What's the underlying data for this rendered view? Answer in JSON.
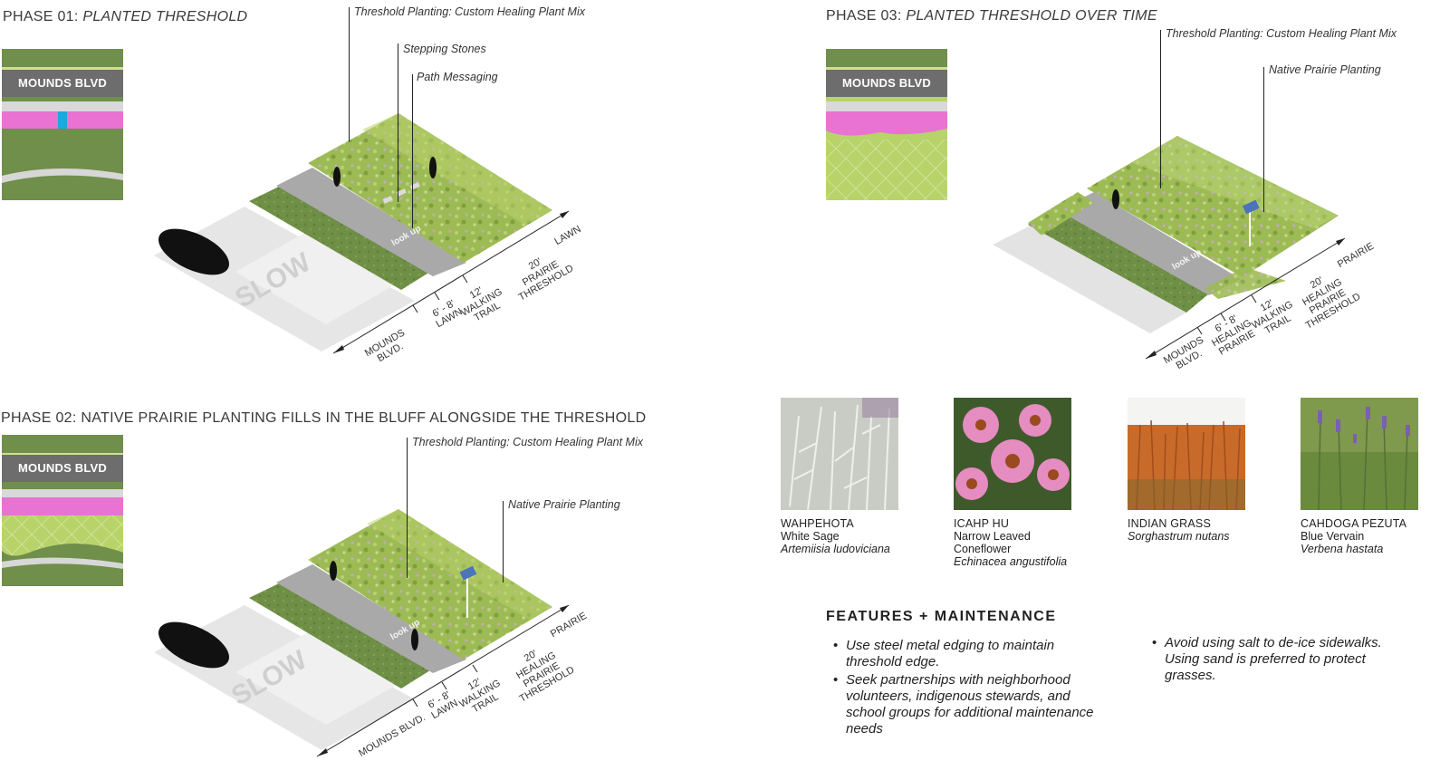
{
  "phase1": {
    "title_prefix": "PHASE 01:",
    "title_suffix": "PLANTED THRESHOLD",
    "map_label": "MOUNDS BLVD",
    "callouts": [
      "Threshold Planting: Custom Healing Plant Mix",
      "Stepping Stones",
      "Path Messaging"
    ],
    "dims": [
      "MOUNDS\nBLVD.",
      "6' - 8'\nLAWN",
      "12'\nWALKING\nTRAIL",
      "20'\nPRAIRIE\nTHRESHOLD",
      "LAWN"
    ],
    "slow": "SLOW",
    "path_msg": "look up"
  },
  "phase2": {
    "title": "PHASE 02: NATIVE PRAIRIE PLANTING FILLS IN THE BLUFF ALONGSIDE THE THRESHOLD",
    "map_label": "MOUNDS BLVD",
    "callouts": [
      "Threshold Planting: Custom Healing Plant Mix",
      "Native Prairie Planting"
    ],
    "dims": [
      "MOUNDS BLVD.",
      "6' - 8'\nLAWN",
      "12'\nWALKING\nTRAIL",
      "20'\nHEALING\nPRAIRIE\nTHRESHOLD",
      "PRAIRIE"
    ],
    "slow": "SLOW",
    "path_msg": "look up"
  },
  "phase3": {
    "title_prefix": "PHASE 03:",
    "title_suffix": "PLANTED THRESHOLD OVER TIME",
    "map_label": "MOUNDS BLVD",
    "callouts": [
      "Threshold Planting: Custom Healing Plant Mix",
      "Native Prairie Planting"
    ],
    "dims": [
      "MOUNDS\nBLVD.",
      "6' - 8'\nHEALING\nPRAIRIE",
      "12'\nWALKING\nTRAIL",
      "20'\nHEALING\nPRAIRIE\nTHRESHOLD",
      "PRAIRIE"
    ],
    "path_msg": "look up"
  },
  "plants": [
    {
      "name": "WAHPEHOTA",
      "common": "White Sage",
      "scientific": "Artemiisia ludoviciana"
    },
    {
      "name": "ICAHP HU",
      "common": "Narrow Leaved Coneflower",
      "scientific": "Echinacea angustifolia"
    },
    {
      "name": "INDIAN GRASS",
      "common": "",
      "scientific": "Sorghastrum nutans"
    },
    {
      "name": "CAHDOGA PEZUTA",
      "common": "Blue Vervain",
      "scientific": "Verbena hastata"
    }
  ],
  "features": {
    "title": "FEATURES + MAINTENANCE",
    "col1": [
      "Use steel metal edging to maintain threshold edge.",
      "Seek partnerships with neighborhood volunteers, indigenous stewards, and school groups for additional maintenance needs"
    ],
    "col2": [
      "Avoid using salt to de-ice sidewalks. Using sand is preferred to protect grasses."
    ]
  },
  "colors": {
    "lawn": "#6f8f4a",
    "prairie": "#b8d46a",
    "threshold": "#e873d2",
    "road": "#6d6d6d",
    "trail": "#a9a9a9"
  }
}
